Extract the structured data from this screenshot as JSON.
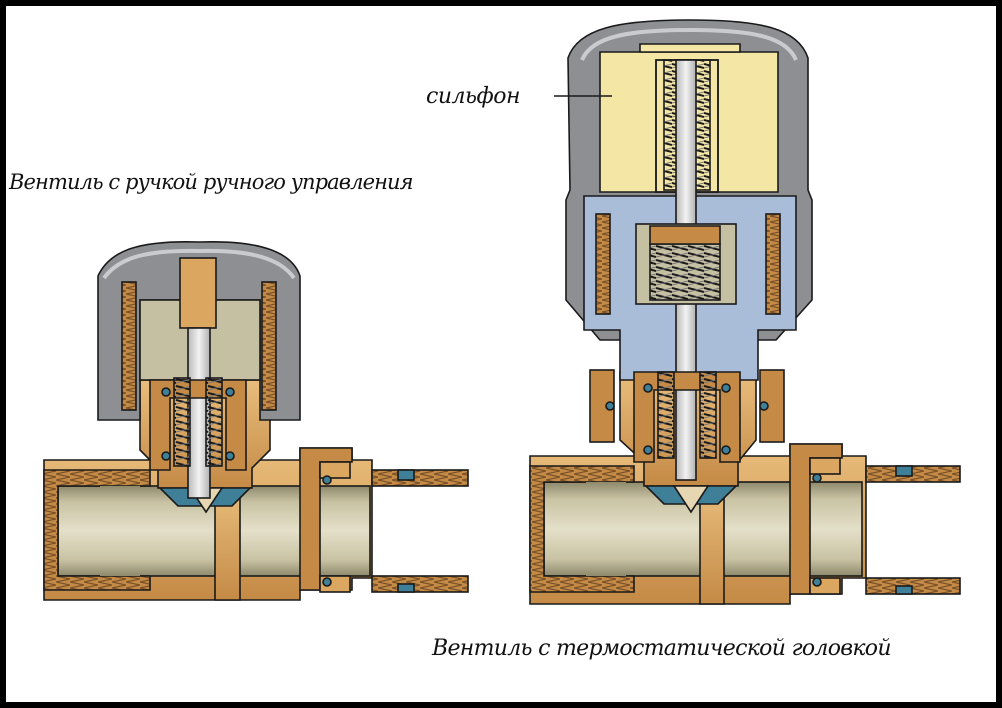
{
  "labels": {
    "manual_valve": "Вентиль с ручкой ручного управления",
    "thermostatic_valve": "Вентиль с термостатической головкой",
    "bellows": "сильфон"
  },
  "colors": {
    "background": "#000000",
    "canvas": "#ffffff",
    "brass": "#dba660",
    "brass_dark": "#a8743a",
    "pipe_bore": "#c9c3a4",
    "cap_grey": "#8d8f93",
    "cap_light": "#c9cbcf",
    "body_blue": "#a9bcd8",
    "bellows_yellow": "#f4e7a6",
    "seal_blue": "#3f7f98",
    "outline": "#1a1a1a"
  },
  "icons": [
    "manual-valve-diagram",
    "thermostatic-valve-diagram"
  ]
}
